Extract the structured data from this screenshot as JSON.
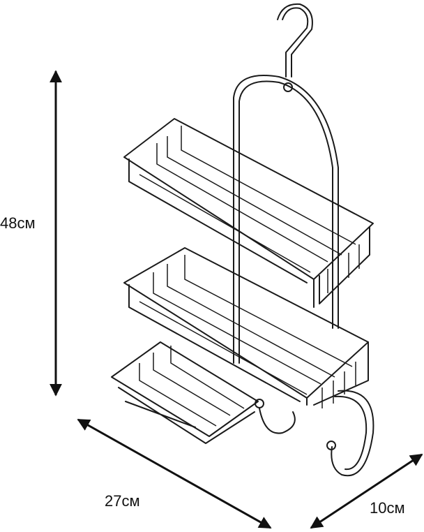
{
  "dimensions": {
    "height": "48см",
    "width": "27см",
    "depth": "10см"
  },
  "colors": {
    "line": "#1a1a1a",
    "background": "#ffffff"
  }
}
